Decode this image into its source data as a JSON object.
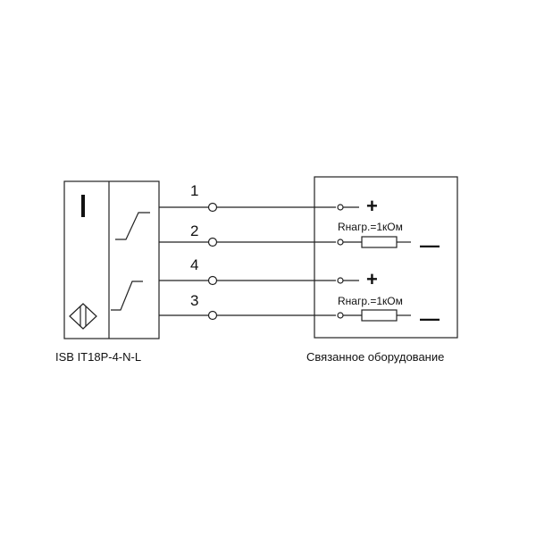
{
  "sensor": {
    "model": "ISB IT18P-4-N-L",
    "mark": "I"
  },
  "equipment": {
    "label": "Связанное оборудование"
  },
  "pins": [
    "1",
    "2",
    "4",
    "3"
  ],
  "loads": [
    {
      "resistor_label": "Rнагр.=1кОм",
      "plus": "+",
      "minus": "—"
    },
    {
      "resistor_label": "Rнагр.=1кОм",
      "plus": "+",
      "minus": "—"
    }
  ]
}
